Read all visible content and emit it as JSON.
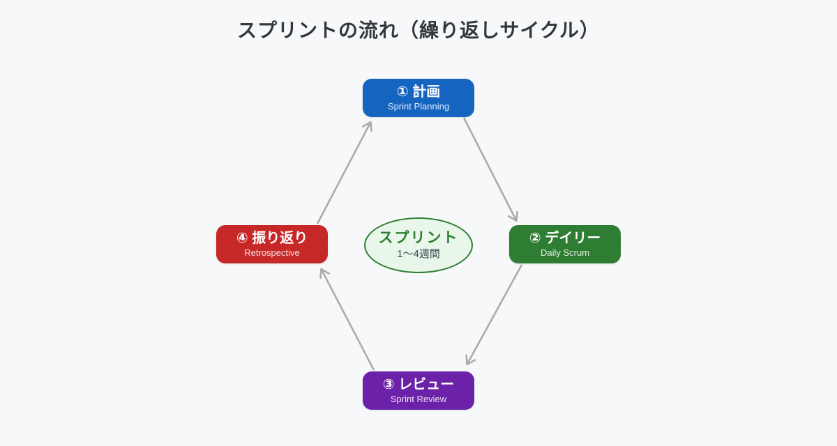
{
  "title": "スプリントの流れ（繰り返しサイクル）",
  "background_color": "#F7F8FA",
  "arrow_color": "#ABABAB",
  "nodes": {
    "planning": {
      "label": "① 計画",
      "sublabel": "Sprint Planning",
      "color": "#1565C0"
    },
    "daily": {
      "label": "② デイリー",
      "sublabel": "Daily Scrum",
      "color": "#2E7D32"
    },
    "review": {
      "label": "③ レビュー",
      "sublabel": "Sprint Review",
      "color": "#6B21A8"
    },
    "retrospective": {
      "label": "④ 振り返り",
      "sublabel": "Retrospective",
      "color": "#C62828"
    }
  },
  "center_ellipse": {
    "label": "スプリント",
    "sublabel": "1〜4週間",
    "fill": "#E9F6EA",
    "border_color": "#2E7D32",
    "text_color": "#2E7D32"
  },
  "edges": [
    {
      "from": "planning",
      "to": "daily"
    },
    {
      "from": "daily",
      "to": "review"
    },
    {
      "from": "review",
      "to": "retrospective"
    },
    {
      "from": "retrospective",
      "to": "planning"
    }
  ]
}
